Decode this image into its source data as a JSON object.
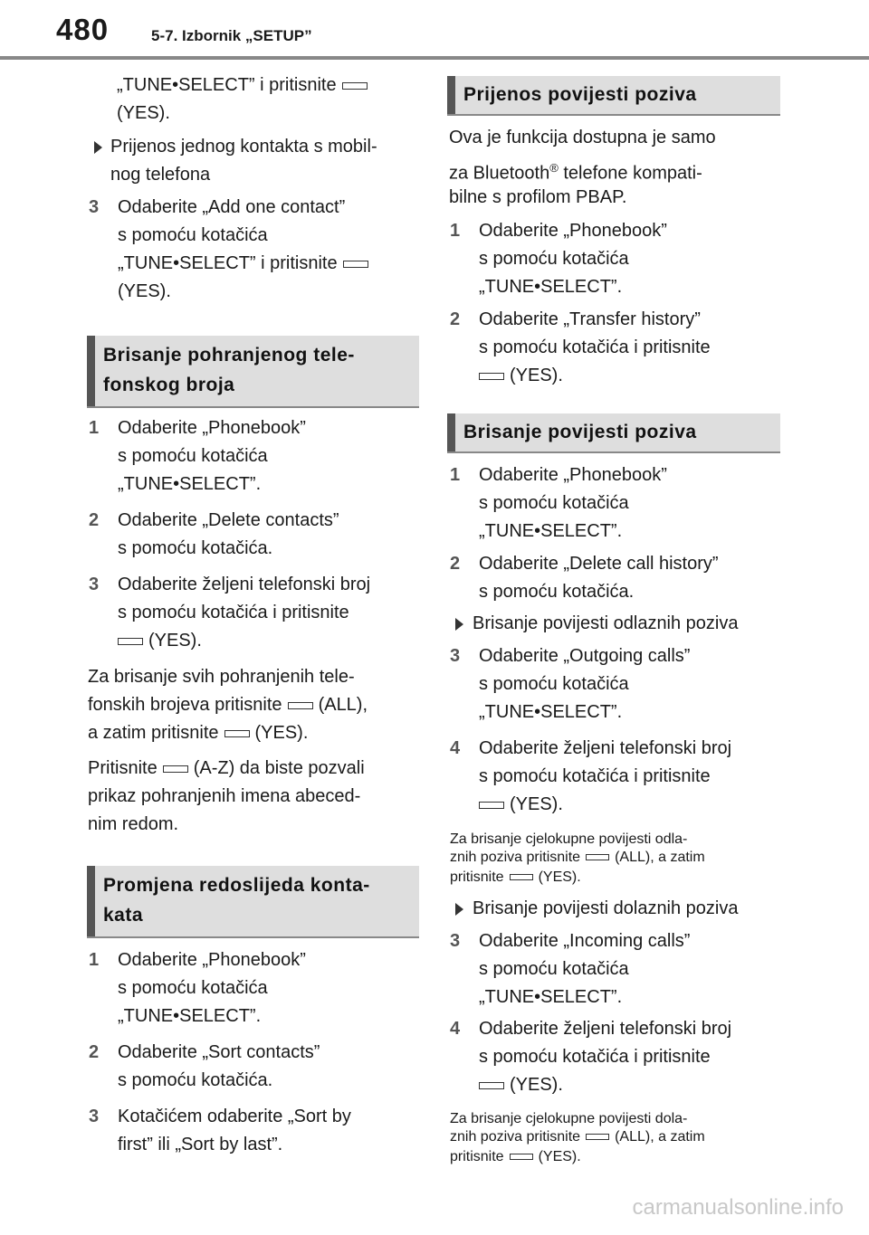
{
  "header": {
    "page_number": "480",
    "section": "5-7. Izbornik „SETUP”"
  },
  "left": {
    "l1": "„TUNE•SELECT” i pritisnite",
    "l2": "(YES).",
    "sub1a": "Prijenos jednog kontakta s mobil-",
    "sub1b": "nog telefona",
    "s3": "3",
    "s3a": "Odaberite „Add one contact”",
    "s3b": "s pomoću kotačića",
    "s3c": "„TUNE•SELECT” i pritisnite",
    "s3d": "(YES).",
    "h1a": "Brisanje pohranjenog tele-",
    "h1b": "fonskog broja",
    "b1": "1",
    "b1a": "Odaberite „Phonebook”",
    "b1b": "s pomoću kotačića",
    "b1c": "„TUNE•SELECT”.",
    "b2": "2",
    "b2a": "Odaberite „Delete contacts”",
    "b2b": "s pomoću kotačića.",
    "b3": "3",
    "b3a": "Odaberite željeni telefonski broj",
    "b3b": "s pomoću kotačića i pritisnite",
    "b3c": "(YES).",
    "z1a": "Za brisanje svih pohranjenih tele-",
    "z1b1": "fonskih brojeva pritisnite",
    "z1b2": "(ALL),",
    "z1c1": "a zatim pritisnite",
    "z1c2": "(YES).",
    "pr1": "Pritisnite",
    "pr2": "(A-Z) da biste pozvali",
    "pr3": "prikaz pohranjenih imena abeced-",
    "pr4": "nim redom.",
    "h2a": "Promjena redoslijeda konta-",
    "h2b": "kata",
    "c1": "1",
    "c1a": "Odaberite „Phonebook”",
    "c1b": "s pomoću kotačića",
    "c1c": "„TUNE•SELECT”.",
    "c2": "2",
    "c2a": "Odaberite „Sort contacts”",
    "c2b": "s pomoću kotačića.",
    "c3": "3",
    "c3a": "Kotačićem odaberite „Sort by",
    "c3b": "first” ili „Sort by last”."
  },
  "right": {
    "h1": "Prijenos povijesti poziva",
    "i1": "Ova je funkcija dostupna je samo",
    "i2a": "za Bluetooth",
    "i2reg": "®",
    "i2b": " telefone kompati-",
    "i3": "bilne s profilom PBAP.",
    "t1": "1",
    "t1a": "Odaberite „Phonebook”",
    "t1b": "s pomoću kotačića",
    "t1c": "„TUNE•SELECT”.",
    "t2": "2",
    "t2a": "Odaberite „Transfer history”",
    "t2b": "s pomoću kotačića i pritisnite",
    "t2c": "(YES).",
    "h2": "Brisanje povijesti poziva",
    "d1": "1",
    "d1a": "Odaberite „Phonebook”",
    "d1b": "s pomoću kotačića",
    "d1c": "„TUNE•SELECT”.",
    "d2": "2",
    "d2a": "Odaberite „Delete call history”",
    "d2b": "s pomoću kotačića.",
    "sub2": "Brisanje povijesti odlaznih poziva",
    "o3": "3",
    "o3a": "Odaberite „Outgoing calls”",
    "o3b": "s pomoću kotačića",
    "o3c": "„TUNE•SELECT”.",
    "o4": "4",
    "o4a": "Odaberite željeni telefonski broj",
    "o4b": "s pomoću kotačića i pritisnite",
    "o4c": "(YES).",
    "n1a": "Za brisanje cjelokupne povijesti odla-",
    "n1b1": "znih poziva pritisnite",
    "n1b2": "(ALL), a zatim",
    "n1c1": "pritisnite",
    "n1c2": "(YES).",
    "sub3": "Brisanje povijesti dolaznih poziva",
    "in3": "3",
    "in3a": "Odaberite „Incoming calls”",
    "in3b": "s pomoću kotačića",
    "in3c": "„TUNE•SELECT”.",
    "in4": "4",
    "in4a": "Odaberite željeni telefonski broj",
    "in4b": "s pomoću kotačića i pritisnite",
    "in4c": "(YES).",
    "n2a": "Za brisanje cjelokupne povijesti dola-",
    "n2b1": "znih poziva pritisnite",
    "n2b2": "(ALL), a zatim",
    "n2c1": "pritisnite",
    "n2c2": "(YES)."
  },
  "footer": {
    "watermark": "carmanualsonline.info"
  }
}
